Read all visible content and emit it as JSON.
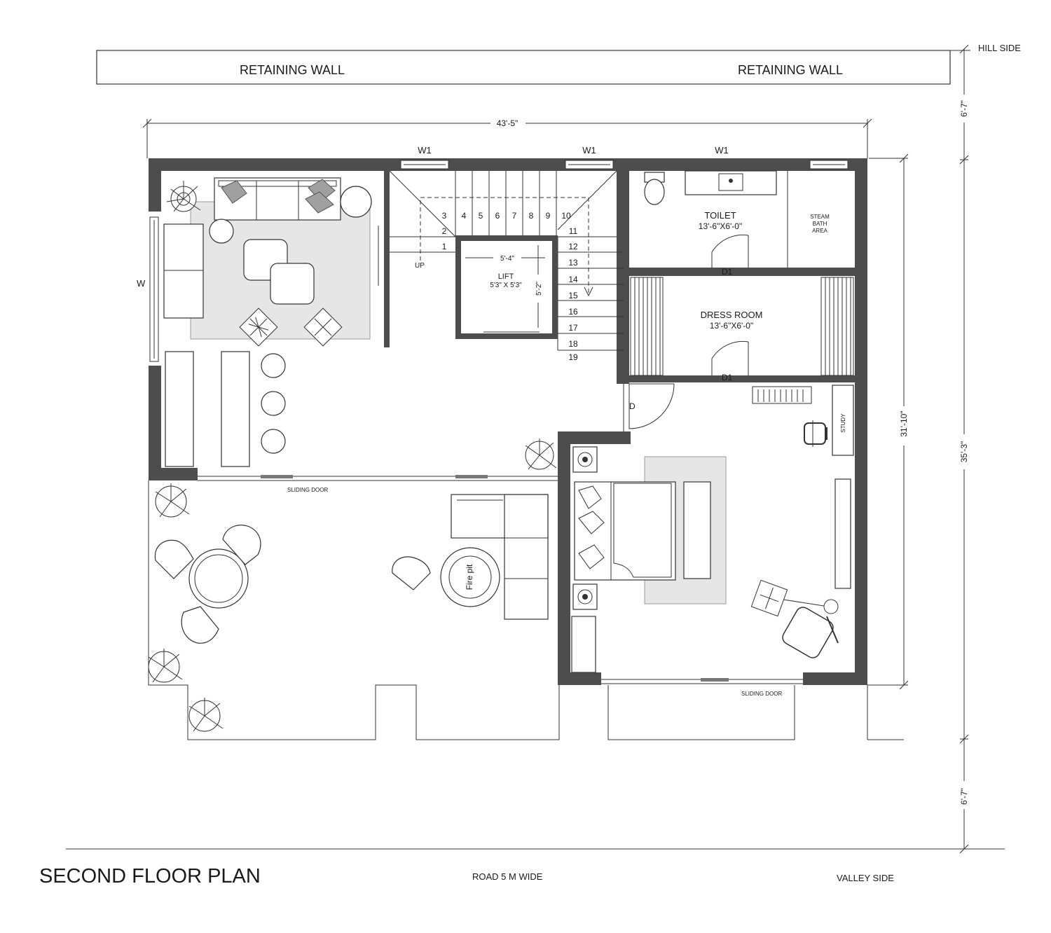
{
  "labels": {
    "retaining_wall_left": "RETAINING WALL",
    "retaining_wall_right": "RETAINING WALL",
    "hill_side": "HILL SIDE",
    "valley_side": "VALLEY SIDE",
    "road": "ROAD 5 M WIDE",
    "plan_title": "SECOND FLOOR PLAN"
  },
  "dimensions": {
    "overall_width": "43'-5\"",
    "top_setback": "6'-7\"",
    "bottom_setback": "6'-7\"",
    "overall_depth": "35'-3\"",
    "building_depth": "31'-10\""
  },
  "windows": {
    "w1_a": "W1",
    "w1_b": "W1",
    "w1_c": "W1",
    "w_side": "W"
  },
  "rooms": {
    "toilet_name": "TOILET",
    "toilet_size": "13'-6\"X6'-0\"",
    "steam_1": "STEAM",
    "steam_2": "BATH",
    "steam_3": "AREA",
    "dress_name": "DRESS ROOM",
    "dress_size": "13'-6\"X6'-0\"",
    "lift_name": "LIFT",
    "lift_size": "5'3\" X 5'3\"",
    "lift_dim_w": "5'-4\"",
    "lift_dim_h": "5'-2\"",
    "study": "STUDY",
    "fire_pit": "Fire pit"
  },
  "doors": {
    "d1_toilet": "D1",
    "d1_dress": "D1",
    "d_bed": "D",
    "sliding_1": "SLIDING DOOR",
    "sliding_2": "SLIDING DOOR"
  },
  "stairs": {
    "up": "UP",
    "steps": [
      "1",
      "2",
      "3",
      "4",
      "5",
      "6",
      "7",
      "8",
      "9",
      "10",
      "11",
      "12",
      "13",
      "14",
      "15",
      "16",
      "17",
      "18",
      "19"
    ]
  }
}
